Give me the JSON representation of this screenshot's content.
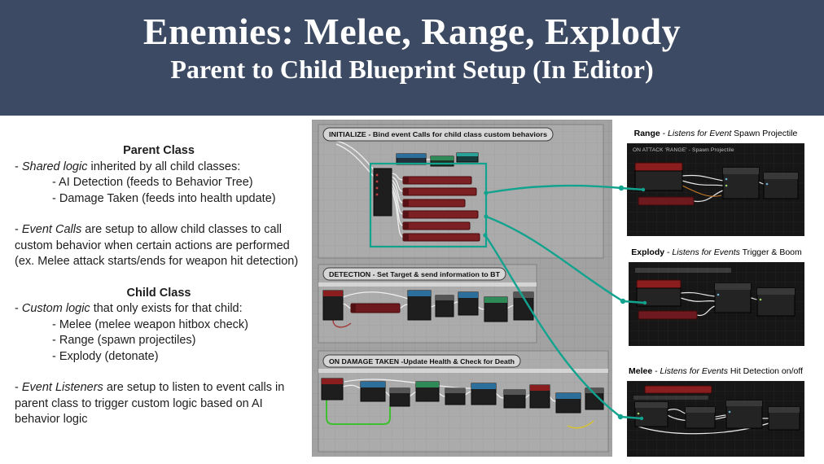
{
  "colors": {
    "accent": "#12a38f",
    "header-bg": "#3d4a63"
  },
  "header": {
    "title": "Enemies: Melee, Range, Explody",
    "subtitle": "Parent to Child Blueprint Setup (In Editor)"
  },
  "left": {
    "parent_heading": "Parent Class",
    "shared": {
      "prefix": "- ",
      "em": "Shared logic",
      "rest": " inherited by all child classes:"
    },
    "shared_items": [
      "- AI Detection (feeds to Behavior Tree)",
      "- Damage Taken (feeds into health update)"
    ],
    "event_calls": {
      "prefix": "- ",
      "em": "Event Calls",
      "rest": " are setup to allow child classes to call custom behavior when certain actions are performed (ex. Melee attack starts/ends for weapon hit detection)"
    },
    "child_heading": "Child Class",
    "custom": {
      "prefix": "- ",
      "em": "Custom logic",
      "rest": " that only exists for that child:"
    },
    "custom_items": [
      "- Melee (melee weapon hitbox check)",
      "- Range (spawn projectiles)",
      "- Explody (detonate)"
    ],
    "event_listeners": {
      "prefix": "- ",
      "em": "Event Listeners",
      "rest": " are setup to listen to event calls in parent class to trigger custom logic based on AI behavior logic"
    }
  },
  "graph": {
    "sections": [
      {
        "label": "INITIALIZE - Bind event Calls for child class custom behaviors"
      },
      {
        "label": "DETECTION - Set Target & send information to BT"
      },
      {
        "label": "ON DAMAGE TAKEN -Update Health & Check for Death"
      }
    ]
  },
  "right_panels": [
    {
      "name": "Range",
      "sep": " - ",
      "em": "Listens for Event",
      "rest": " Spawn Projectile",
      "comment": "ON ATTACK 'RANGE' - Spawn Projectile"
    },
    {
      "name": "Explody",
      "sep": " - ",
      "em": "Listens for Events",
      "rest": " Trigger & Boom"
    },
    {
      "name": "Melee",
      "sep": " - ",
      "em": "Listens for Events",
      "rest": " Hit Detection on/off"
    }
  ]
}
